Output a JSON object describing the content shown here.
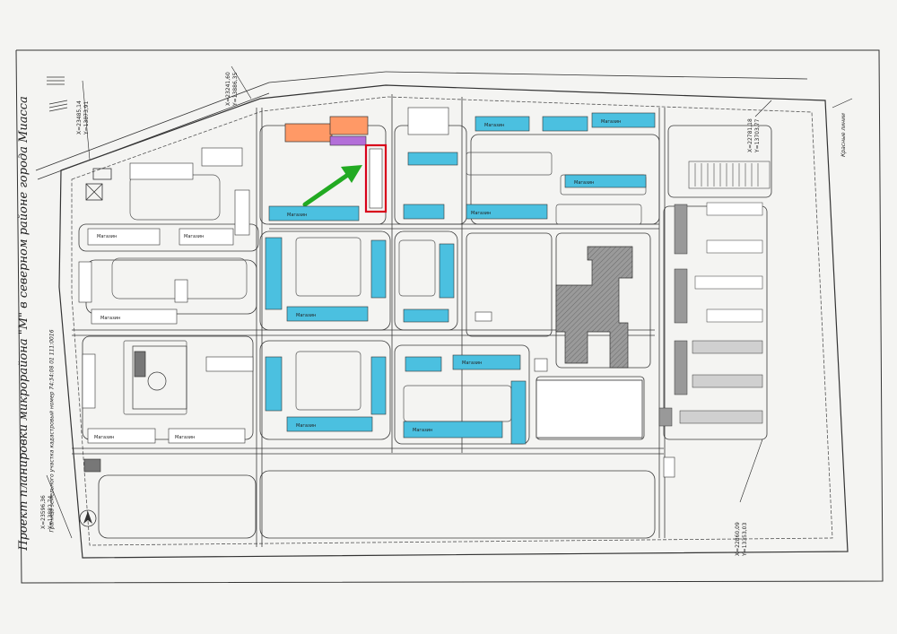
{
  "title": "Проект планировки микрорайона \"М\" в северном районе города Миасса",
  "boundary_note": "Граница земельного участка кадастровый номер 74:34:08 01 111:0016",
  "red_line_label": "Красные линии",
  "coordinates": {
    "c1": [
      "X=23241,60",
      "Y=13886,35"
    ],
    "c2": [
      "X=23485,14",
      "Y=13873,91"
    ],
    "c3": [
      "X=22781,18",
      "Y=13703,77"
    ],
    "c4": [
      "X=23596,36",
      "Y=13882,74"
    ],
    "c5": [
      "X=22860,09",
      "Y=13353,03"
    ]
  },
  "colors": {
    "paper": "#f4f4f2",
    "line": "#3a3a3a",
    "residential": "#4bc0e0",
    "existing": "#ff9966",
    "purple": "#b36fd9",
    "highlight": "#d8001a",
    "arrow": "#22aa22",
    "school": "#8f8f8f"
  },
  "icons": {
    "arrow": "green-arrow-icon",
    "north": "north-arrow-icon"
  }
}
